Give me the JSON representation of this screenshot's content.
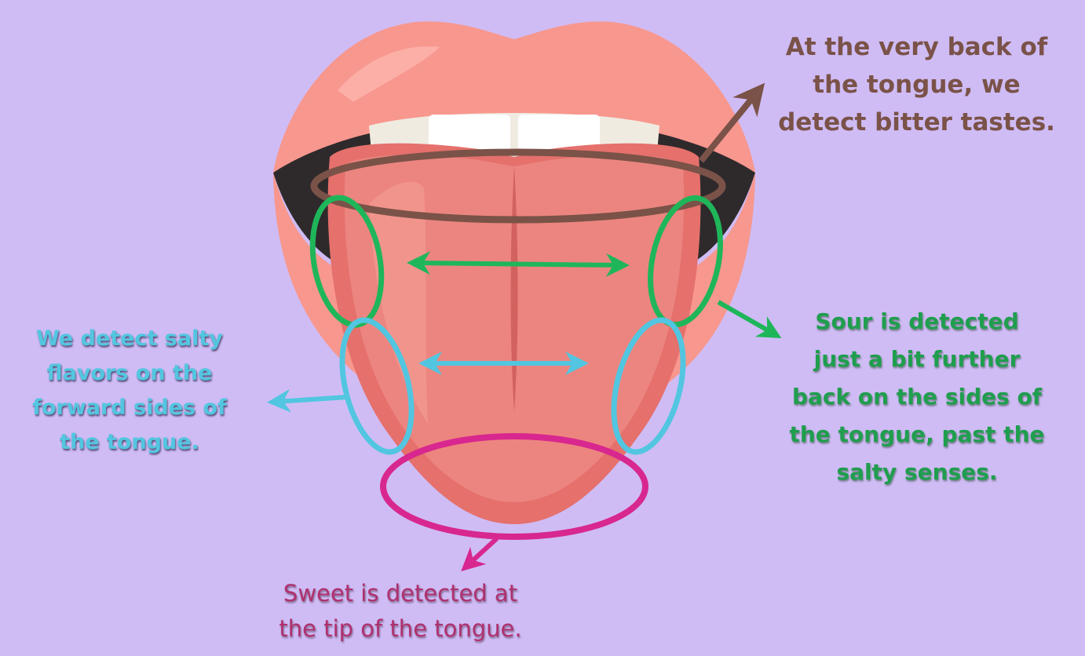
{
  "labels": {
    "bitter": [
      "At the very back of",
      "the tongue, we",
      "detect bitter tastes."
    ],
    "salty": [
      "We detect salty",
      "flavors on the",
      "forward sides of",
      "the tongue."
    ],
    "sour": [
      "Sour is detected",
      "just a bit further",
      "back on the sides of",
      "the tongue, past the",
      "salty senses."
    ],
    "sweet": [
      "Sweet is detected at",
      "the tip of the tongue."
    ]
  },
  "colors": {
    "background": "#cfbcf5",
    "bitter": "#7a5248",
    "salty": "#52c6e0",
    "sour": "#1f9e4e",
    "sweet": "#b0306e",
    "sweet_marker": "#d8278f",
    "lips": "#f8978e",
    "tongue": "#ec857f",
    "teeth": "#f0ebe1"
  }
}
